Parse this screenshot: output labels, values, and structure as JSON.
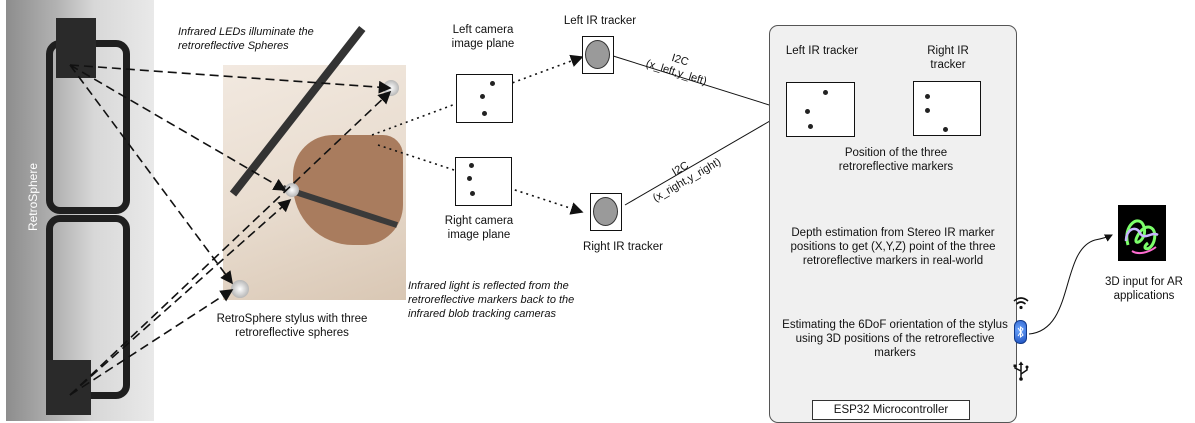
{
  "photos": {
    "glasses_side_label": "RetroSphere",
    "stylus_caption": "RetroSphere stylus with three retroreflective spheres"
  },
  "annotations": {
    "top_italic": "Infrared LEDs illuminate the retroreflective Spheres",
    "bottom_italic": "Infrared light is reflected from the retroreflective markers back to the infrared blob tracking cameras"
  },
  "cameras": {
    "left_plane": "Left camera image plane",
    "right_plane": "Right camera image plane",
    "left_tracker": "Left IR tracker",
    "right_tracker": "Right IR tracker"
  },
  "links": {
    "left_i2c": "I2C",
    "left_coords": "(x_left,y_left)",
    "right_i2c": "I2C",
    "right_coords": "(x_right,y_right)"
  },
  "microcontroller": {
    "left_tracker": "Left IR tracker",
    "right_tracker": "Right IR tracker",
    "step1": "Position of the three retroreflective markers",
    "step2": "Depth estimation from Stereo IR marker positions to get (X,Y,Z) point of the three retroreflective markers in real-world",
    "step3": "Estimating the 6DoF orientation of the stylus using 3D positions of the retroreflective markers",
    "name": "ESP32 Microcontroller"
  },
  "output": {
    "label": "3D input for AR applications"
  },
  "icons": [
    "wifi-icon",
    "bluetooth-icon",
    "usb-icon"
  ]
}
